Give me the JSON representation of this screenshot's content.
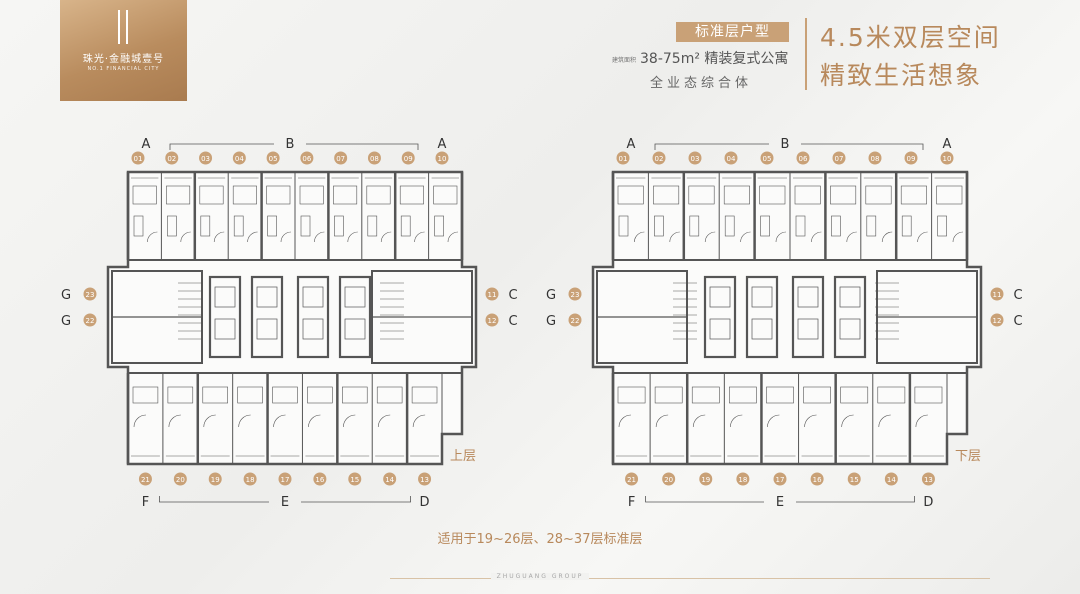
{
  "logo": {
    "cn": "珠光·金融城壹号",
    "en": "NO.1 FINANCIAL CITY"
  },
  "header": {
    "badge": "标准层户型",
    "area_prefix": "建筑面积",
    "area": "38-75m² 精装复式公寓",
    "subtitle": "全业态综合体",
    "slogan_1": "4.5米双层空间",
    "slogan_2": "精致生活想象"
  },
  "plans": [
    {
      "name": "上层",
      "top_letters": [
        "A",
        "B",
        "A"
      ],
      "top_numbers": [
        "01",
        "02",
        "03",
        "04",
        "05",
        "06",
        "07",
        "08",
        "09",
        "10"
      ],
      "left_rows": [
        {
          "letter": "G",
          "number": "23"
        },
        {
          "letter": "G",
          "number": "22"
        }
      ],
      "right_rows": [
        {
          "letter": "C",
          "number": "11"
        },
        {
          "letter": "C",
          "number": "12"
        }
      ],
      "bottom_numbers": [
        "21",
        "20",
        "19",
        "18",
        "17",
        "16",
        "15",
        "14",
        "13"
      ],
      "bottom_letters": [
        "F",
        "E",
        "D"
      ]
    },
    {
      "name": "下层",
      "top_letters": [
        "A",
        "B",
        "A"
      ],
      "top_numbers": [
        "01",
        "02",
        "03",
        "04",
        "05",
        "06",
        "07",
        "08",
        "09",
        "10"
      ],
      "left_rows": [
        {
          "letter": "G",
          "number": "23"
        },
        {
          "letter": "G",
          "number": "22"
        }
      ],
      "right_rows": [
        {
          "letter": "C",
          "number": "11"
        },
        {
          "letter": "C",
          "number": "12"
        }
      ],
      "bottom_numbers": [
        "21",
        "20",
        "19",
        "18",
        "17",
        "16",
        "15",
        "14",
        "13"
      ],
      "bottom_letters": [
        "F",
        "E",
        "D"
      ]
    }
  ],
  "caption": "适用于19~26层、28~37层标准层",
  "footer": "ZHUGUANG GROUP",
  "colors": {
    "gold": "#c9a177",
    "gold_text": "#b8895c",
    "wall": "#555555",
    "badge_num": "#c9a177"
  }
}
